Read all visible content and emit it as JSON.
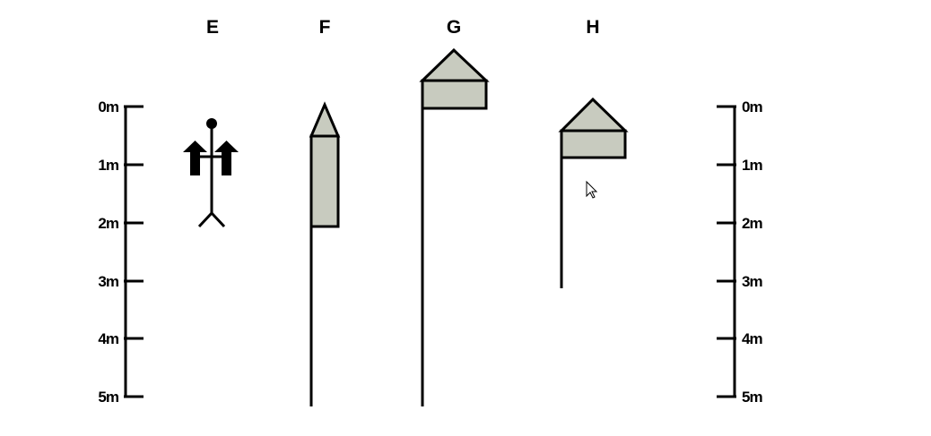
{
  "columns": [
    {
      "id": "E",
      "label": "E"
    },
    {
      "id": "F",
      "label": "F"
    },
    {
      "id": "G",
      "label": "G"
    },
    {
      "id": "H",
      "label": "H"
    }
  ],
  "depth_scale": {
    "unit": "m",
    "ticks": [
      "0m",
      "1m",
      "2m",
      "3m",
      "4m",
      "5m"
    ]
  },
  "colors": {
    "line": "#000000",
    "fill": "#c8cbbf",
    "background": "#ffffff"
  },
  "icons": {
    "figure": "stick-figure-icon",
    "cursor": "mouse-pointer-icon"
  }
}
